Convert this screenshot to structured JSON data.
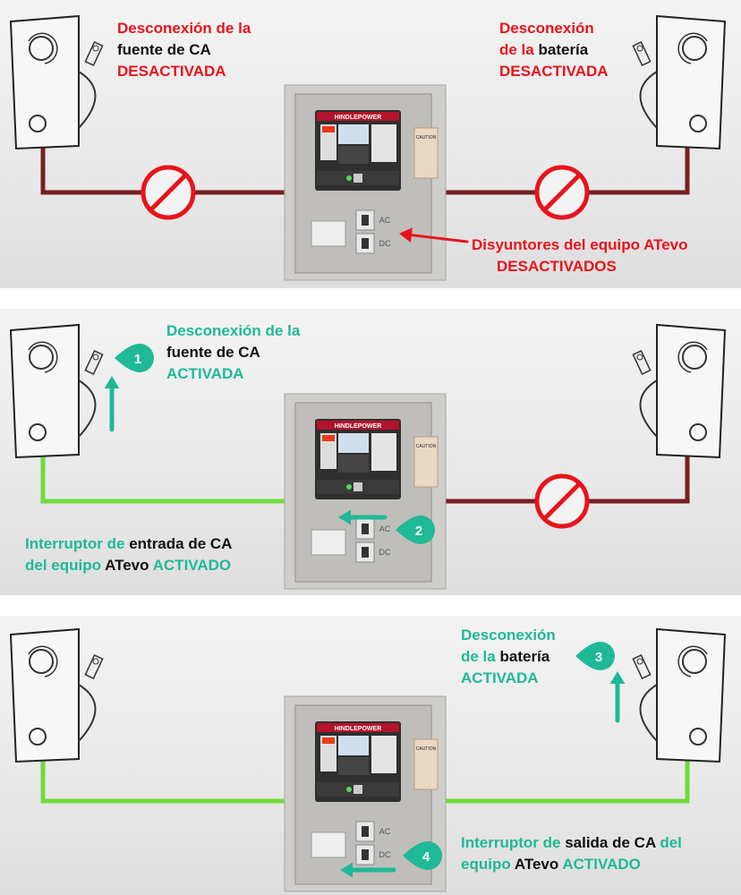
{
  "colors": {
    "red": "#e8141b",
    "teal": "#1fb996",
    "black": "#111111",
    "wire_off": "#7a1f22",
    "wire_on": "#6fdc3c"
  },
  "charger": {
    "brand": "HINDLEPOWER",
    "ac_label": "AC",
    "dc_label": "DC",
    "tag": "CAUTION"
  },
  "panels": [
    {
      "ac": {
        "l1": "Desconexión de la",
        "l2": "fuente de CA",
        "l3": "DESACTIVADA"
      },
      "bat": {
        "l1": "Desconexión",
        "l2a": "de la",
        "l2b": "batería",
        "l3": "DESACTIVADA"
      },
      "brk": {
        "l1": "Disyuntores del equipo ATevo",
        "l2": "DESACTIVADOS"
      }
    },
    {
      "ac": {
        "l1": "Desconexión de la",
        "l2": "fuente de CA",
        "l3": "ACTIVADA",
        "badge": "1"
      },
      "brk": {
        "l1a": "Interruptor de",
        "l1b": "entrada de CA",
        "l2a": "del equipo",
        "l2b": "ATevo",
        "l2c": "ACTIVADO",
        "badge": "2"
      }
    },
    {
      "bat": {
        "l1": "Desconexión",
        "l2a": "de la",
        "l2b": "batería",
        "l3": "ACTIVADA",
        "badge": "3"
      },
      "brk": {
        "l1a": "Interruptor de",
        "l1b": "salida de CA",
        "l1c": "del",
        "l2a": "equipo",
        "l2b": "ATevo",
        "l2c": "ACTIVADO",
        "badge": "4"
      }
    }
  ]
}
